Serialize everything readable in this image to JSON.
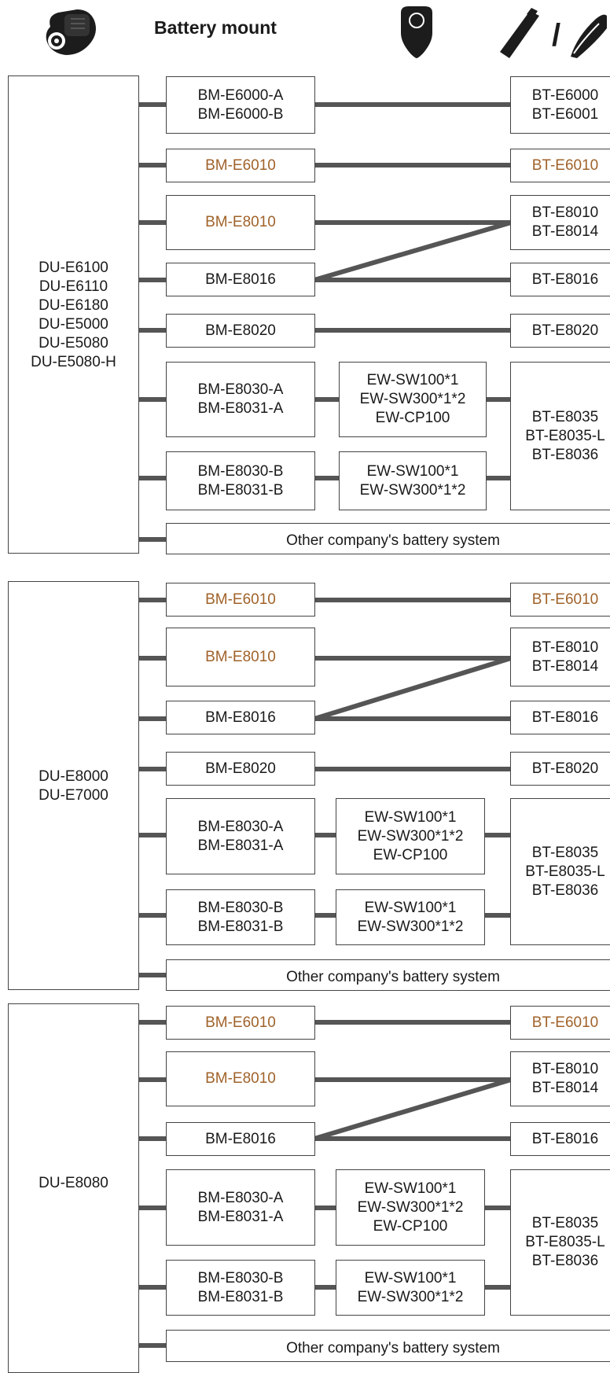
{
  "header": {
    "title": "Battery mount",
    "icons": [
      "drive-unit-icon",
      "battery-mount-icon",
      "battery-icon"
    ],
    "separator": "/"
  },
  "colors": {
    "line": "#555555",
    "box_border": "#444444",
    "highlight_text": "#a0622a"
  },
  "sections": [
    {
      "unit": "DU-E6100\nDU-E6110\nDU-E6180\nDU-E5000\nDU-E5080\nDU-E5080-H",
      "mounts": [
        {
          "label": "BM-E6000-A\nBM-E6000-B",
          "highlight": false
        },
        {
          "label": "BM-E6010",
          "highlight": true
        },
        {
          "label": "BM-E8010",
          "highlight": true
        },
        {
          "label": "BM-E8016",
          "highlight": false
        },
        {
          "label": "BM-E8020",
          "highlight": false
        },
        {
          "label": "BM-E8030-A\nBM-E8031-A",
          "highlight": false
        },
        {
          "label": "BM-E8030-B\nBM-E8031-B",
          "highlight": false
        }
      ],
      "switches": [
        {
          "label": "EW-SW100*1\nEW-SW300*1*2\nEW-CP100"
        },
        {
          "label": "EW-SW100*1\nEW-SW300*1*2"
        }
      ],
      "batteries": [
        {
          "label": "BT-E6000\nBT-E6001",
          "highlight": false
        },
        {
          "label": "BT-E6010",
          "highlight": true
        },
        {
          "label": "BT-E8010\nBT-E8014",
          "highlight": false
        },
        {
          "label": "BT-E8016",
          "highlight": false
        },
        {
          "label": "BT-E8020",
          "highlight": false
        },
        {
          "label": "BT-E8035\nBT-E8035-L\nBT-E8036",
          "highlight": false
        }
      ],
      "other": "Other company's battery system"
    },
    {
      "unit": "DU-E8000\nDU-E7000",
      "mounts": [
        {
          "label": "BM-E6010",
          "highlight": true
        },
        {
          "label": "BM-E8010",
          "highlight": true
        },
        {
          "label": "BM-E8016",
          "highlight": false
        },
        {
          "label": "BM-E8020",
          "highlight": false
        },
        {
          "label": "BM-E8030-A\nBM-E8031-A",
          "highlight": false
        },
        {
          "label": "BM-E8030-B\nBM-E8031-B",
          "highlight": false
        }
      ],
      "switches": [
        {
          "label": "EW-SW100*1\nEW-SW300*1*2\nEW-CP100"
        },
        {
          "label": "EW-SW100*1\nEW-SW300*1*2"
        }
      ],
      "batteries": [
        {
          "label": "BT-E6010",
          "highlight": true
        },
        {
          "label": "BT-E8010\nBT-E8014",
          "highlight": false
        },
        {
          "label": "BT-E8016",
          "highlight": false
        },
        {
          "label": "BT-E8020",
          "highlight": false
        },
        {
          "label": "BT-E8035\nBT-E8035-L\nBT-E8036",
          "highlight": false
        }
      ],
      "other": "Other company's battery system"
    },
    {
      "unit": "DU-E8080",
      "mounts": [
        {
          "label": "BM-E6010",
          "highlight": true
        },
        {
          "label": "BM-E8010",
          "highlight": true
        },
        {
          "label": "BM-E8016",
          "highlight": false
        },
        {
          "label": "BM-E8030-A\nBM-E8031-A",
          "highlight": false
        },
        {
          "label": "BM-E8030-B\nBM-E8031-B",
          "highlight": false
        }
      ],
      "switches": [
        {
          "label": "EW-SW100*1\nEW-SW300*1*2\nEW-CP100"
        },
        {
          "label": "EW-SW100*1\nEW-SW300*1*2"
        }
      ],
      "batteries": [
        {
          "label": "BT-E6010",
          "highlight": true
        },
        {
          "label": "BT-E8010\nBT-E8014",
          "highlight": false
        },
        {
          "label": "BT-E8016",
          "highlight": false
        },
        {
          "label": "BT-E8035\nBT-E8035-L\nBT-E8036",
          "highlight": false
        }
      ],
      "other": "Other company's battery system"
    }
  ]
}
